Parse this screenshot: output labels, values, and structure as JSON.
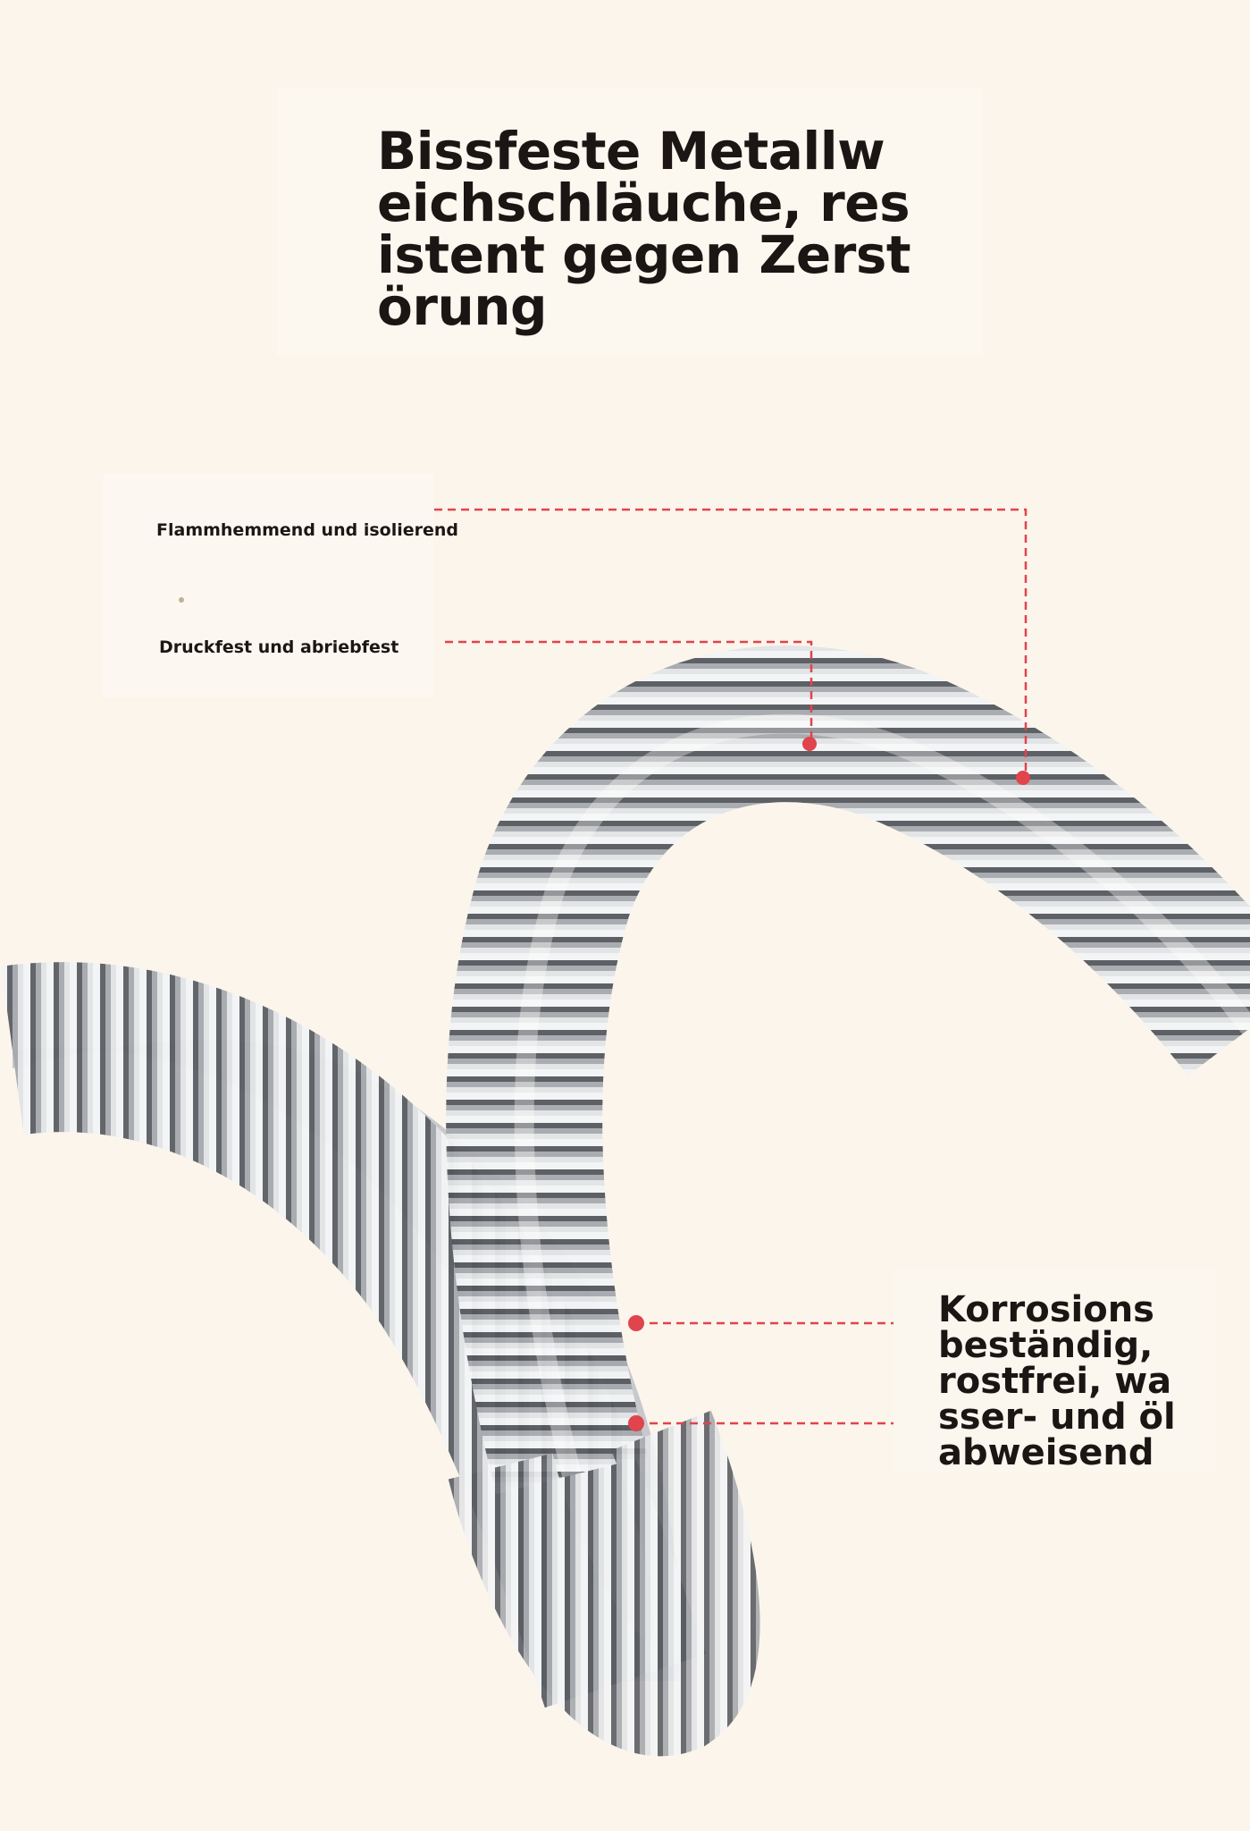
{
  "title": "Bissfeste Metallw\neichschläuche, res\nistent gegen Zerst\nörung",
  "labels": {
    "flame": "Flammhemmend und isolierend",
    "pressure": "Druckfest und abriebfest",
    "corrosion": "Korrosions\nbeständig,\nrostfrei, wa\nsser- und öl\nabweisend"
  },
  "colors": {
    "background": "#fbf5ec",
    "text": "#1b1614",
    "callout": "#e0444c",
    "metal_light": "#e9eaec",
    "metal_dark": "#4a4d52"
  }
}
